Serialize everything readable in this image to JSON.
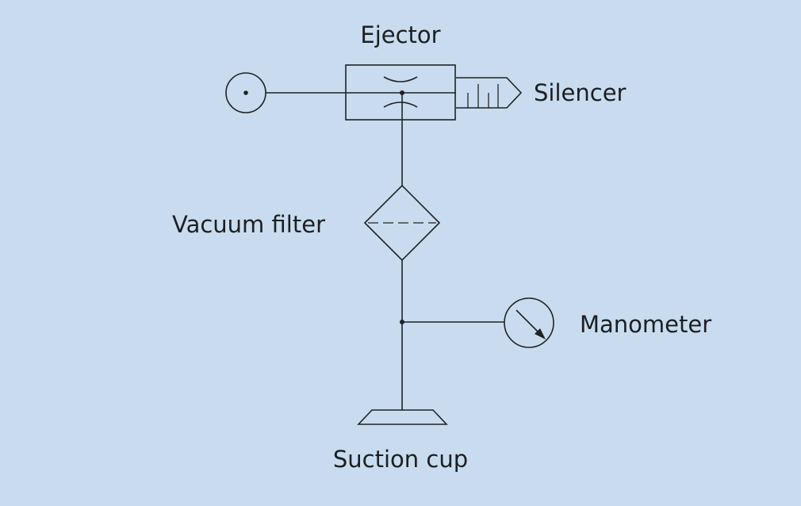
{
  "diagram": {
    "labels": {
      "ejector": "Ejector",
      "silencer": "Silencer",
      "vacuum_filter": "Vacuum filter",
      "manometer": "Manometer",
      "suction_cup": "Suction cup"
    },
    "colors": {
      "background": "#c9dcef",
      "line": "#1f2326",
      "text": "#1b1f22"
    }
  }
}
